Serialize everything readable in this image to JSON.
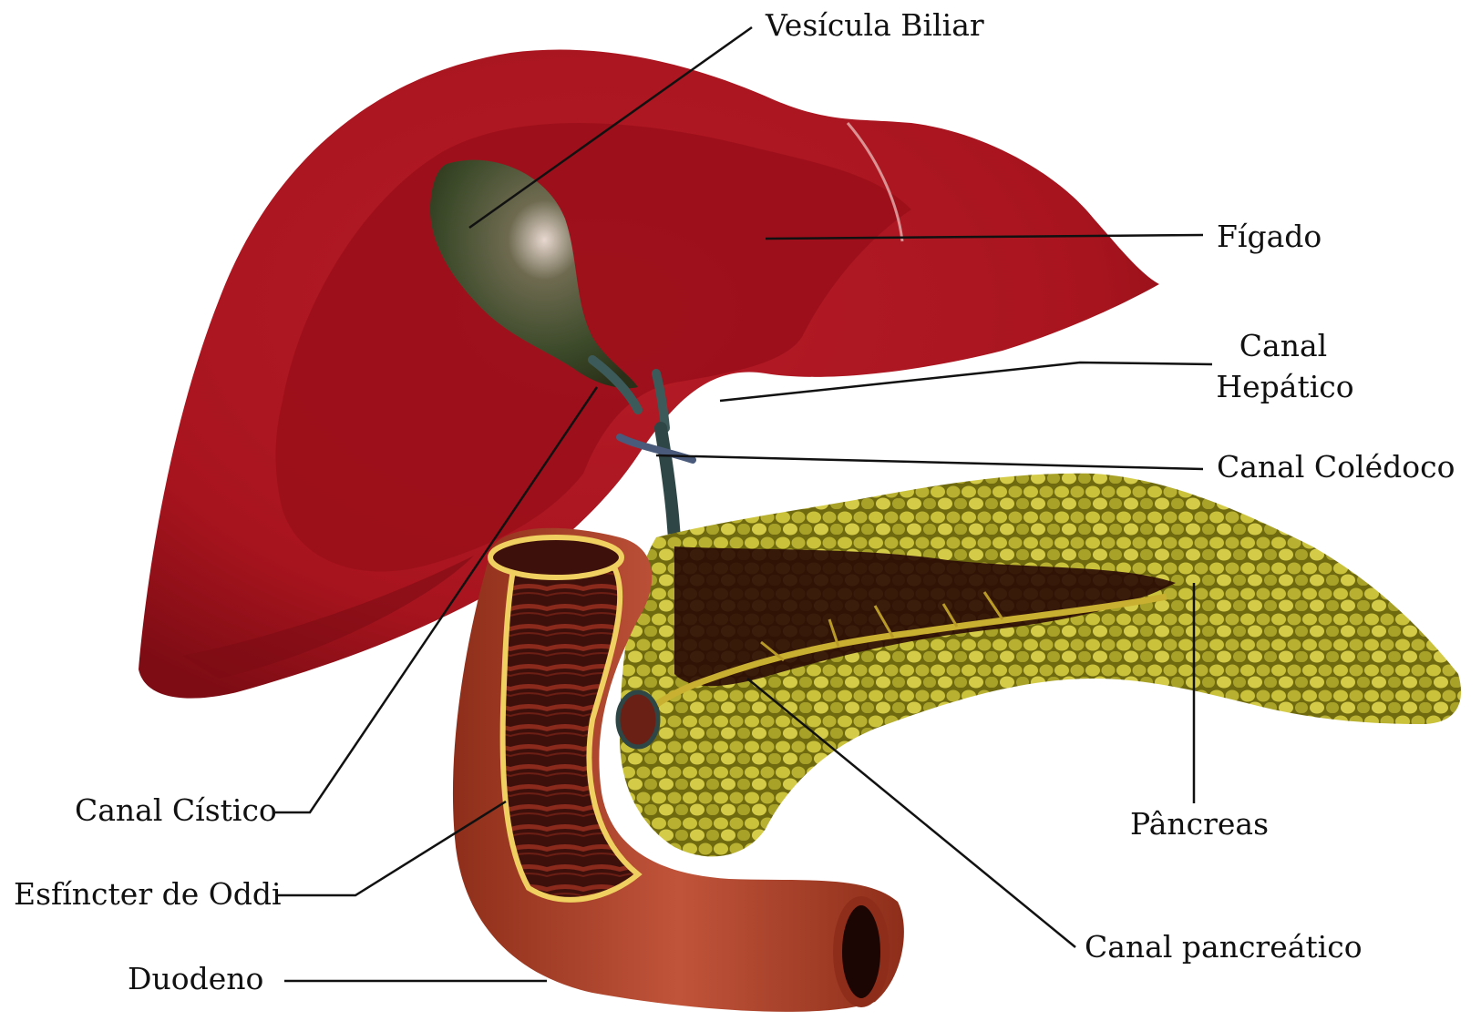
{
  "labels": {
    "vesicula_biliar": "Vesícula Biliar",
    "figado": "Fígado",
    "canal_hepatico_line1": "Canal",
    "canal_hepatico_line2": "Hepático",
    "canal_coledoco": "Canal Colédoco",
    "canal_cistico": "Canal Cístico",
    "pancreas": "Pâncreas",
    "esfincter_de_oddi": "Esfíncter de Oddi",
    "canal_pancreatico": "Canal pancreático",
    "duodeno": "Duodeno"
  },
  "colors": {
    "liver": "#a8141e",
    "liver_shade": "#7d0c14",
    "liver_highlight": "#c93038",
    "gallbladder": "#3c4a2a",
    "pancreas": "#a3a020",
    "pancreas_lobule": "#c9c23a",
    "duodenum": "#b5462a",
    "duodenum_inner": "#4a1410",
    "duodenum_fold": "#f0d060",
    "duct": "#3d5a5a",
    "leader_line": "#111111"
  }
}
